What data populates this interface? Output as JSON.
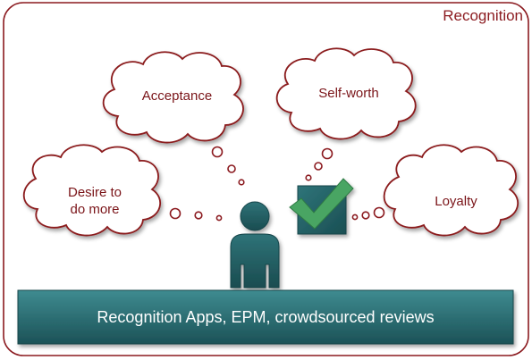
{
  "title": "Recognition",
  "thoughts": [
    {
      "label": "Acceptance"
    },
    {
      "label": "Self-worth"
    },
    {
      "label": "Desire to do more",
      "lines": [
        "Desire to",
        "do more"
      ]
    },
    {
      "label": "Loyalty"
    }
  ],
  "banner": {
    "label": "Recognition Apps, EPM, crowdsourced reviews"
  },
  "colors": {
    "frame_border": "#8b1a1f",
    "cloud_stroke": "#8b1a1f",
    "teal_dark": "#1f5b60",
    "teal_light": "#3c858a",
    "check_green": "#4aa563",
    "text_red": "#7a1418"
  },
  "icons": [
    "person-icon",
    "checkmark-icon"
  ]
}
